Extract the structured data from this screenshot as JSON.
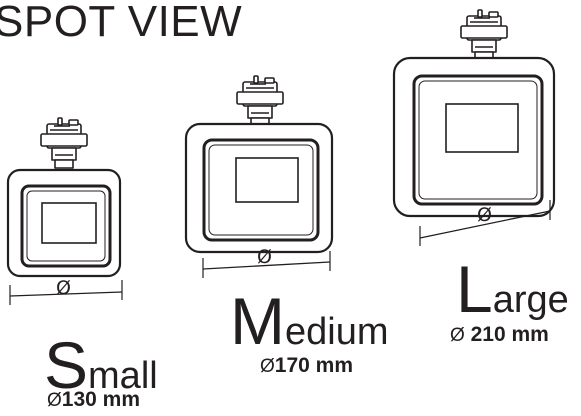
{
  "header": {
    "title": "SPOT VIEW"
  },
  "diameter_symbol": "Ø",
  "sizes": [
    {
      "initial": "S",
      "rest": "mall",
      "diameter": "130 mm"
    },
    {
      "initial": "M",
      "rest": "edium",
      "diameter": "170 mm"
    },
    {
      "initial": "L",
      "rest": "arge",
      "diameter": "210 mm"
    }
  ],
  "colors": {
    "line": "#231f20",
    "body": "#ffffff",
    "lens": "#ffffff"
  }
}
